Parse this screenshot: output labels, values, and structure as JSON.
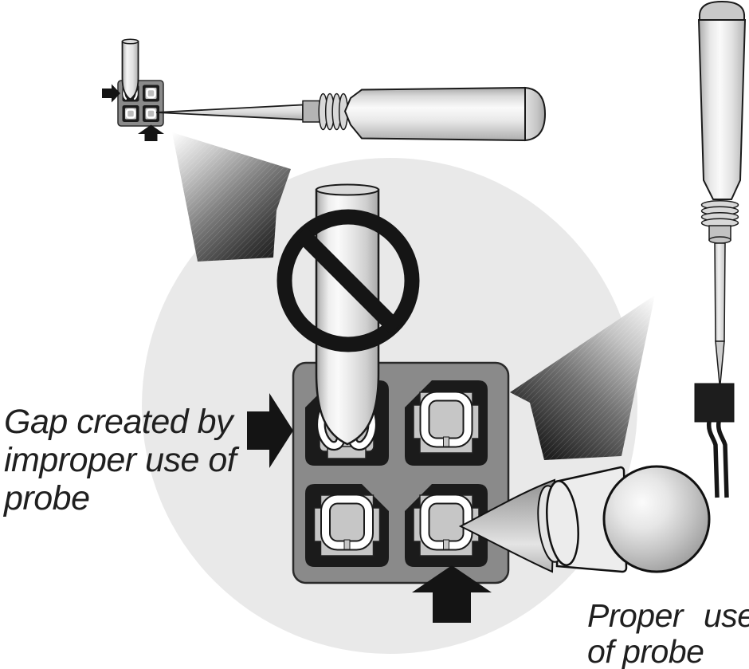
{
  "diagram": {
    "name": "probe-usage-figure",
    "labels": {
      "improper": {
        "line1": "Gap created by",
        "line2": "improper use of",
        "line3": "probe"
      },
      "proper": {
        "line1": "Proper use",
        "line2": "of probe"
      }
    },
    "icons": {
      "prohibition": "prohibition-circle-slash-icon",
      "left_gap_arrow": "arrow-right-icon",
      "bottom_gap_arrow": "arrow-up-icon",
      "left_callout": "magnifier-callout-wedge",
      "right_callout": "magnifier-callout-wedge"
    },
    "colors": {
      "background": "#ffffff",
      "magnifier_fill": "#e9e9e9",
      "connector_body": "#8a8a8a",
      "cavity": "#1b1b1b",
      "terminal": "#c6c6c6",
      "contact": "#ffffff",
      "ink": "#141414"
    }
  }
}
